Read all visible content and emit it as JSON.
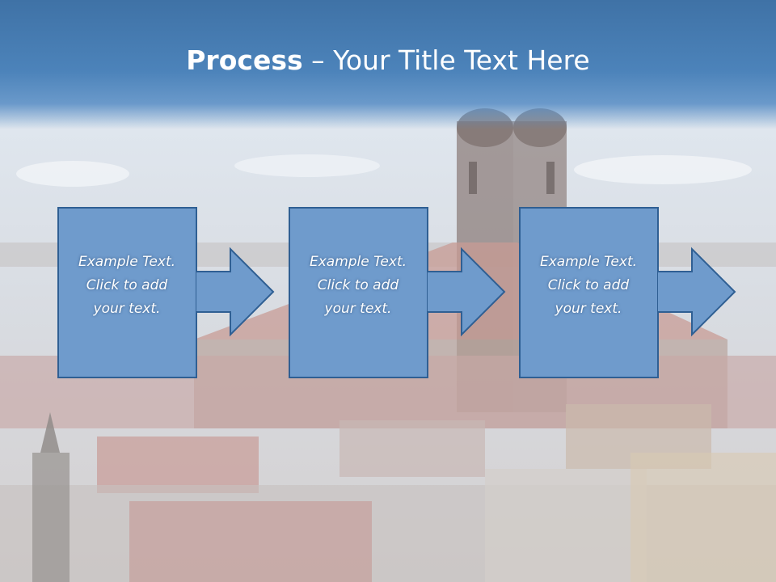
{
  "slide": {
    "title_bold": "Process",
    "title_rest": " – Your Title Text Here"
  },
  "steps": [
    {
      "lines": [
        "Example Text.",
        "Click  to add",
        "your text."
      ]
    },
    {
      "lines": [
        "Example Text.",
        "Click  to add",
        "your text."
      ]
    },
    {
      "lines": [
        "Example Text.",
        "Click  to add",
        "your text."
      ]
    }
  ],
  "colors": {
    "title_band": "#4a80b8",
    "box_fill": "#6f9bcc",
    "box_border": "#2f5f93",
    "text": "#ffffff"
  }
}
